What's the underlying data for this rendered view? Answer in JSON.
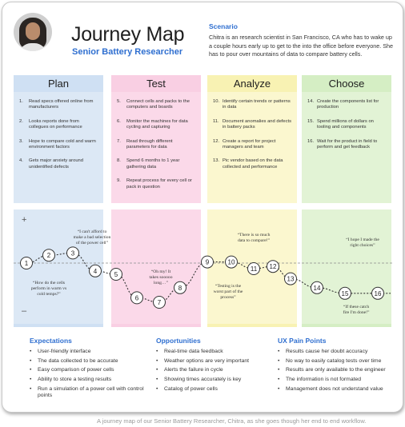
{
  "header": {
    "title": "Journey Map",
    "subtitle": "Senior Battery Researcher",
    "scenario_label": "Scenario",
    "scenario_text": "Chitra is an research scientist in San Francisco, CA who has to wake up a couple hours early up to get to the into the office before everyone. She has to pour over mountains of data to compare battery cells."
  },
  "colors": {
    "accent": "#2f6fd0",
    "plan": "#dce8f5",
    "plan_head": "#cfe0f3",
    "test": "#fbd9e9",
    "test_head": "#f9cfe3",
    "analyze": "#fbf7cf",
    "analyze_head": "#f8f2b3",
    "choose": "#e2f3d5",
    "choose_head": "#d5eec4"
  },
  "columns": [
    {
      "name": "Plan",
      "items": [
        {
          "n": "1.",
          "text": "Read specs offered online from manufacturers"
        },
        {
          "n": "2.",
          "text": "Looks reports done from collegues on performance"
        },
        {
          "n": "3.",
          "text": "Hope to compare cold and warm environment factors"
        },
        {
          "n": "4.",
          "text": "Gets major anxiety around unidentified defects"
        }
      ]
    },
    {
      "name": "Test",
      "items": [
        {
          "n": "5.",
          "text": "Connect cells and packs to the computers and boards"
        },
        {
          "n": "6.",
          "text": "Monitor the machines for data cycling and capturing"
        },
        {
          "n": "7.",
          "text": "Read through different parameters for data"
        },
        {
          "n": "8.",
          "text": "Spend 6 months to 1 year gathering data"
        },
        {
          "n": "9.",
          "text": "Repeat process for every cell or pack in question"
        }
      ]
    },
    {
      "name": "Analyze",
      "items": [
        {
          "n": "10.",
          "text": "Identify certain trends or patterns in data"
        },
        {
          "n": "11.",
          "text": "Document anomalies and defects in battery packs"
        },
        {
          "n": "12.",
          "text": "Create a report for project managers and team"
        },
        {
          "n": "13.",
          "text": "Pic vendor based on the data collected and performance"
        }
      ]
    },
    {
      "name": "Choose",
      "items": [
        {
          "n": "14.",
          "text": "Create the components list for production"
        },
        {
          "n": "15.",
          "text": "Spend millions of dollars on tooling and components"
        },
        {
          "n": "16.",
          "text": "Wait for the product in field to perform and get feedback"
        }
      ]
    }
  ],
  "chart_data": {
    "type": "line",
    "y_axis": {
      "top": "+",
      "bottom": "–"
    },
    "points": [
      {
        "step": 1,
        "score": 0
      },
      {
        "step": 2,
        "score": 0.35
      },
      {
        "step": 3,
        "score": 0.45
      },
      {
        "step": 4,
        "score": -0.35
      },
      {
        "step": 5,
        "score": -0.5
      },
      {
        "step": 6,
        "score": -1.55
      },
      {
        "step": 7,
        "score": -1.75
      },
      {
        "step": 8,
        "score": -1.1
      },
      {
        "step": 9,
        "score": 0.05
      },
      {
        "step": 10,
        "score": 0.05
      },
      {
        "step": 11,
        "score": -0.25
      },
      {
        "step": 12,
        "score": -0.15
      },
      {
        "step": 13,
        "score": -0.7
      },
      {
        "step": 14,
        "score": -1.1
      },
      {
        "step": 15,
        "score": -1.35
      },
      {
        "step": 16,
        "score": -1.35
      }
    ],
    "quotes": [
      {
        "text": "“I can't afford to make a bad selection of the power cell”"
      },
      {
        "text": "“How do the cells perform in warm vs cold temps?”"
      },
      {
        "text": "“Oh my! It takes sooooo long…”"
      },
      {
        "text": "“Testing is the worst part of the process”"
      },
      {
        "text": "“There is so much data to compare!”"
      },
      {
        "text": "“I hope I made the right choices”"
      },
      {
        "text": "“If these catch fire I'm done!”"
      }
    ]
  },
  "sections": [
    {
      "title": "Expectations",
      "items": [
        "User-friendly interface",
        "The data collected to be accurate",
        "Easy comparison of power cells",
        "Ability to store a testing results",
        "Run a simulation of a power cell with control points"
      ]
    },
    {
      "title": "Opportunities",
      "items": [
        "Real-time data feedback",
        "Weather options are very important",
        "Alerts the failure in cycle",
        "Showing times accurately is key",
        "Catalog of power cells"
      ]
    },
    {
      "title": "UX Pain Points",
      "items": [
        "Results cause her doubt accuracy",
        "No way to easily catalog tests over time",
        "Results are only available to the engineer",
        "The information is not formated",
        "Management does not understand value"
      ]
    }
  ],
  "caption": "A journey map of our Senior Battery Researcher, Chitra, as she goes though her end to end workflow."
}
